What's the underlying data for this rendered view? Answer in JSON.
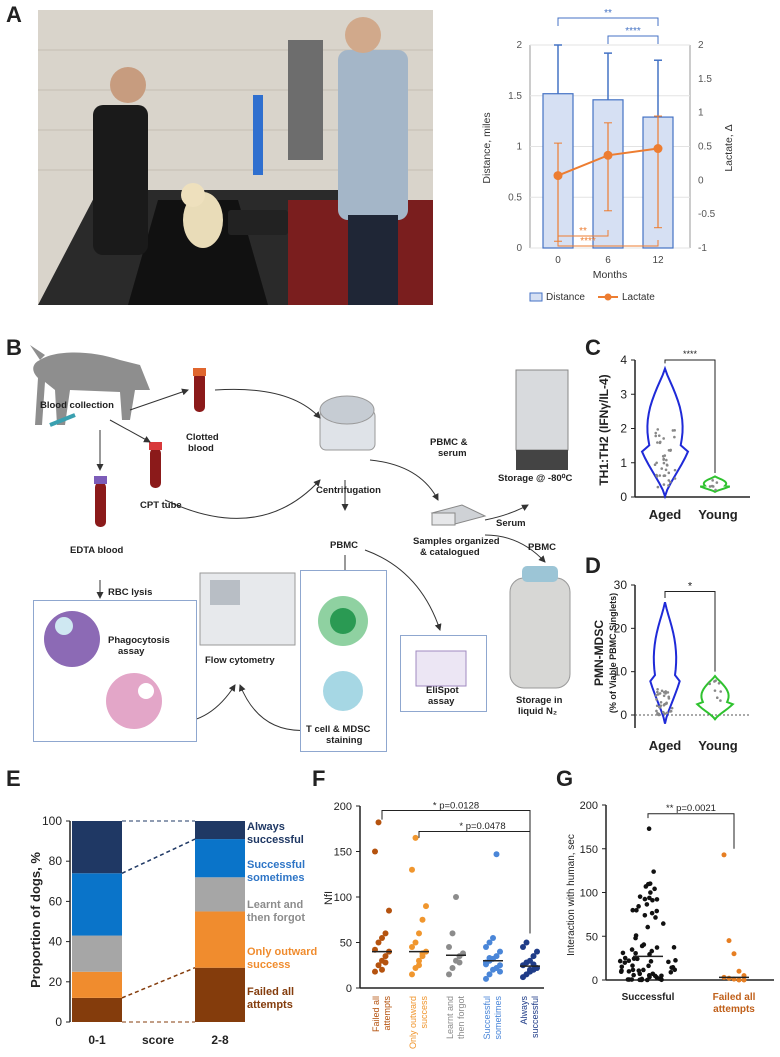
{
  "panels": {
    "A": "A",
    "B": "B",
    "C": "C",
    "D": "D",
    "E": "E",
    "F": "F",
    "G": "G"
  },
  "chartA": {
    "type": "bar+line",
    "categories": [
      "0",
      "6",
      "12"
    ],
    "xlabel": "Months",
    "ylabel_left": "Distance, miles",
    "ylabel_right": "Lactate, Δ",
    "ylim_left": [
      0,
      2
    ],
    "ylim_right": [
      -1,
      2
    ],
    "yticks_left": [
      "0",
      "0.5",
      "1",
      "1.5",
      "2"
    ],
    "yticks_right": [
      "-1",
      "-0.5",
      "0",
      "0.5",
      "1",
      "1.5",
      "2"
    ],
    "legend": [
      "Distance",
      "Lactate"
    ],
    "sig": [
      "**",
      "****",
      "**",
      "****"
    ],
    "colors": {
      "bar_fill": "#d6e0f3",
      "bar_edge": "#4472c4",
      "line": "#ed7d31"
    }
  },
  "chart_data": [
    {
      "type": "bar",
      "title": "",
      "categories": [
        "0",
        "6",
        "12"
      ],
      "series": [
        {
          "name": "Distance",
          "values": [
            1.52,
            1.46,
            1.29
          ],
          "error_upper": [
            2.0,
            1.92,
            1.85
          ],
          "error_lower": [
            0,
            0,
            0
          ]
        },
        {
          "name": "Lactate",
          "values": [
            0.07,
            0.37,
            0.47
          ],
          "error_upper": [
            0.55,
            0.85,
            0.95
          ],
          "error_lower": [
            -0.9,
            -0.45,
            -0.7
          ]
        }
      ],
      "xlabel": "Months",
      "ylabel": "Distance, miles",
      "ylim": [
        0,
        2
      ]
    },
    {
      "type": "scatter",
      "panel": "C",
      "categories": [
        "Aged",
        "Young"
      ],
      "ylabel": "TH1:TH2 (IFNγ/IL-4)",
      "ylim": [
        0,
        4
      ],
      "significance": "****"
    },
    {
      "type": "scatter",
      "panel": "D",
      "categories": [
        "Aged",
        "Young"
      ],
      "ylabel": "PMN-MDSC",
      "ylabel2": "(% of Viable PBMC Singlets)",
      "ylim": [
        0,
        30
      ],
      "significance": "*"
    },
    {
      "type": "bar",
      "panel": "E",
      "categories": [
        "0-1",
        "2-8"
      ],
      "xlabel": "score",
      "ylabel": "Proportion of dogs, %",
      "ylim": [
        0,
        100
      ],
      "series": [
        {
          "name": "Failed all attempts",
          "values": [
            12,
            27
          ]
        },
        {
          "name": "Only outward success",
          "values": [
            13,
            28
          ]
        },
        {
          "name": "Learnt and then forgot",
          "values": [
            18,
            17
          ]
        },
        {
          "name": "Successful sometimes",
          "values": [
            31,
            19
          ]
        },
        {
          "name": "Always successful",
          "values": [
            26,
            9
          ]
        }
      ]
    },
    {
      "type": "scatter",
      "panel": "F",
      "categories": [
        "Failed all attempts",
        "Only outward success",
        "Learnt and then forgot",
        "Successful sometimes",
        "Always successful"
      ],
      "ylabel": "NfI",
      "ylim": [
        0,
        200
      ],
      "medians": [
        40,
        40,
        36,
        30,
        24
      ],
      "significance": [
        "* p=0.0128",
        "* p=0.0478"
      ]
    },
    {
      "type": "scatter",
      "panel": "G",
      "categories": [
        "Successful",
        "Failed all attempts"
      ],
      "ylabel": "Interaction with human, sec",
      "ylim": [
        0,
        200
      ],
      "medians": [
        27,
        3
      ],
      "significance": "** p=0.0021"
    }
  ],
  "chartC": {
    "yticks": [
      "0",
      "1",
      "2",
      "3",
      "4"
    ],
    "ylabel": "TH1:TH2 (IFNγ/IL-4)",
    "cats": [
      "Aged",
      "Young"
    ],
    "sig": "****"
  },
  "chartD": {
    "yticks": [
      "0",
      "10",
      "20",
      "30"
    ],
    "ylabel": "PMN-MDSC",
    "ylabel2": "(% of Viable PBMC Singlets)",
    "cats": [
      "Aged",
      "Young"
    ],
    "sig": "*"
  },
  "chartE": {
    "yticks": [
      "0",
      "20",
      "40",
      "60",
      "80",
      "100"
    ],
    "ylabel": "Proportion of dogs, %",
    "xcats": [
      "0-1",
      "score",
      "2-8"
    ],
    "legend": [
      {
        "text1": "Always",
        "text2": "successful",
        "color": "#1f3864"
      },
      {
        "text1": "Successful",
        "text2": "sometimes",
        "color": "#2e75c6"
      },
      {
        "text1": "Learnt and",
        "text2": "then forgot",
        "color": "#8c8c8c"
      },
      {
        "text1": "Only outward",
        "text2": "success",
        "color": "#f08c2e"
      },
      {
        "text1": "Failed all",
        "text2": "attempts",
        "color": "#843c0c"
      }
    ]
  },
  "chartF": {
    "yticks": [
      "0",
      "50",
      "100",
      "150",
      "200"
    ],
    "ylabel": "NfI",
    "cats": [
      {
        "l1": "Failed all",
        "l2": "attempts",
        "color": "#b5530f"
      },
      {
        "l1": "Only outward",
        "l2": "success",
        "color": "#f0962e"
      },
      {
        "l1": "Learnt and",
        "l2": "then forgot",
        "color": "#8c8c8c"
      },
      {
        "l1": "Successful",
        "l2": "sometimes",
        "color": "#4a86d8"
      },
      {
        "l1": "Always",
        "l2": "successful",
        "color": "#1f3c88"
      }
    ],
    "sig1": "* p=0.0128",
    "sig2": "* p=0.0478"
  },
  "chartG": {
    "yticks": [
      "0",
      "50",
      "100",
      "150",
      "200"
    ],
    "ylabel": "Interaction with human, sec",
    "cat1": "Successful",
    "cat2a": "Failed all",
    "cat2b": "attempts",
    "sig": "** p=0.0021"
  },
  "workflow": {
    "blood_collection": "Blood collection",
    "clotted_blood_1": "Clotted",
    "clotted_blood_2": "blood",
    "cpt_tube": "CPT tube",
    "edta_blood": "EDTA blood",
    "rbc_lysis": "RBC lysis",
    "centrifugation": "Centrifugation",
    "pbmc_serum_1": "PBMC &",
    "pbmc_serum_2": "serum",
    "storage_80": "Storage @ -80⁰C",
    "serum": "Serum",
    "samples_1": "Samples organized",
    "samples_2": "& catalogued",
    "pbmc_mid": "PBMC",
    "pbmc_right": "PBMC",
    "phagocytosis_1": "Phagocytosis",
    "phagocytosis_2": "assay",
    "flow_cytometry": "Flow cytometry",
    "tcell_1": "T cell & MDSC",
    "tcell_2": "staining",
    "elispot_1": "EliSpot",
    "elispot_2": "assay",
    "storage_n2_1": "Storage in",
    "storage_n2_2": "liquid N₂"
  }
}
